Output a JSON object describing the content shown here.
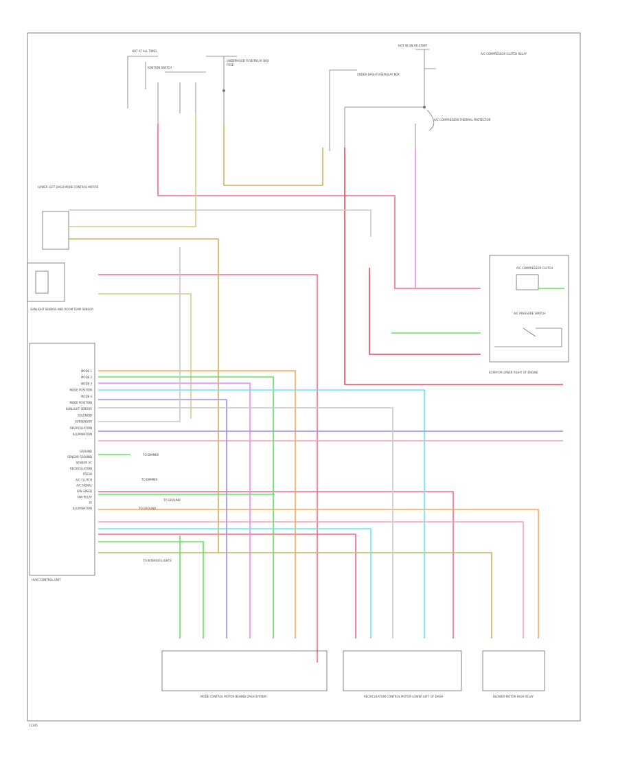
{
  "diagram": {
    "footer_ref": "12345",
    "wire_colors": {
      "pink": "#f56a86",
      "light_pink": "#ff9fb1",
      "tan": "#d8c98a",
      "olive_tan": "#c8b45a",
      "orange": "#f7a65a",
      "green": "#5fe35f",
      "magenta": "#ee88ee",
      "cyan": "#66e6f2",
      "violet": "#9f8cf0",
      "gray": "#c8c8c8",
      "red": "#e84a5a"
    },
    "top_labels": {
      "a": "HOT AT ALL TIMES",
      "b": "FUSE",
      "c": "UNDERHOOD FUSE/RELAY BOX",
      "d": "UNDER-DASH FUSE/RELAY BOX",
      "e": "HOT IN ON OR START",
      "f": "A/C COMPRESSOR CLUTCH RELAY",
      "g": "A/C COMPRESSOR THERMAL PROTECTOR",
      "h": "IGNITION SWITCH"
    },
    "left_blocks": {
      "mode_motor": "LOWER LEFT DASH MODE CONTROL MOTOR",
      "sensor": "SUNLIGHT SENSOR AND ROOM TEMP SENSOR"
    },
    "right_blocks": {
      "compressor": "A/C COMPRESSOR CLUTCH",
      "pressure_switch": "A/C PRESSURE SWITCH",
      "lower_right": "ECM/PCM LOWER RIGHT OF ENGINE"
    },
    "unit": {
      "name": "HVAC CONTROL UNIT",
      "pins": [
        "MODE 1",
        "MODE 2",
        "MODE 3",
        "MODE POSITION",
        "MODE 4",
        "MODE POSITION",
        "SUNLIGHT SENSOR",
        "SOLENOID",
        "SUNSENSOR",
        "RECIRCULATION",
        "ILLUMINATION",
        "",
        "",
        "GROUND",
        "SENSOR GROUND",
        "SENSOR VC",
        "RECIRCULATION",
        "FRESH",
        "A/C CLUTCH",
        "A/C SIGNAL",
        "FAN SPEED",
        "FAN RELAY",
        "IG",
        "ILLUMINATION"
      ],
      "notes": [
        "TO DIMMER",
        "TO DIMMER",
        "TO GROUND",
        "TO GROUND",
        "TO INTERIOR LIGHTS"
      ]
    },
    "bottom_labels": {
      "left": "MODE CONTROL MOTOR BEHIND DASH SYSTEM",
      "middle": "RECIRCULATION CONTROL MOTOR LOWER LEFT OF DASH",
      "right": "BLOWER MOTOR HIGH RELAY"
    }
  }
}
